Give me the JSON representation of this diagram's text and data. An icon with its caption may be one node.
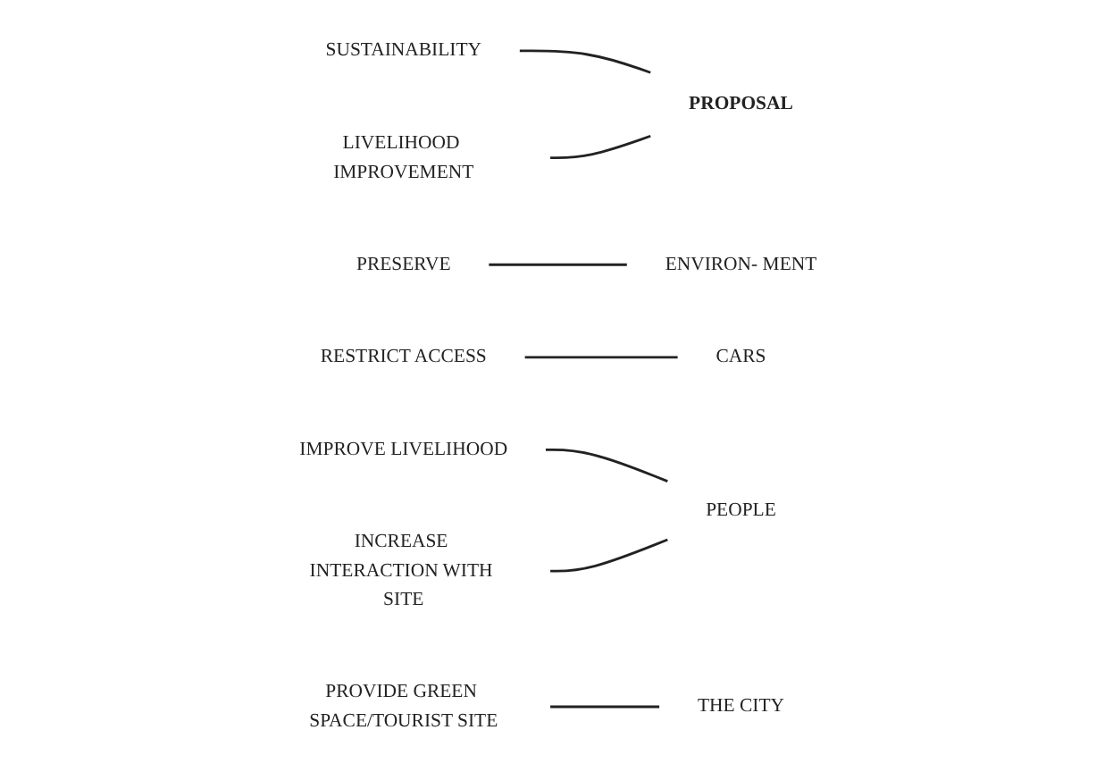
{
  "diagram": {
    "nodes": [
      {
        "text": [
          "SUSTAINABILITY"
        ]
      },
      {
        "text": [
          "LIVELIHOOD IMPROVEMENT"
        ]
      },
      {
        "text": [
          "PROPOSAL"
        ]
      },
      {
        "text": [
          "PRESERVE"
        ]
      },
      {
        "text": [
          "RESTRICT ACCESS"
        ]
      },
      {
        "text": [
          "IMPROVE LIVELIHOOD"
        ]
      },
      {
        "text": [
          "INCREASE INTERACTION WITH SITE"
        ]
      },
      {
        "text": [
          "PROVIDE GREEN SPACE/TOURIST SITE"
        ]
      },
      {
        "text": [
          "ENVIRON- MENT"
        ]
      },
      {
        "text": [
          "CARS"
        ]
      },
      {
        "text": [
          "PEOPLE"
        ]
      },
      {
        "text": [
          "THE CITY"
        ]
      }
    ],
    "edges": [
      {
        "from": 0,
        "to": 2,
        "arrow": "none"
      },
      {
        "from": 1,
        "to": 2,
        "arrow": "none"
      },
      {
        "from": 3,
        "to": 8,
        "arrow": "none"
      },
      {
        "from": 4,
        "to": 9,
        "arrow": "none"
      },
      {
        "from": 5,
        "to": 10,
        "arrow": "none"
      },
      {
        "from": 6,
        "to": 10,
        "arrow": "none"
      },
      {
        "from": 7,
        "to": 11,
        "arrow": "none"
      }
    ]
  }
}
